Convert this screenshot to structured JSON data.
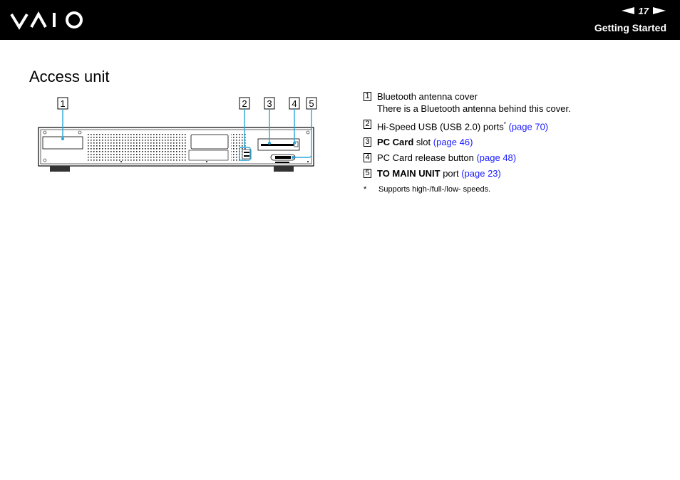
{
  "header": {
    "logo_text": "VAIO",
    "page_number": "17",
    "section_title": "Getting Started",
    "prev_icon": "left-triangle-arrow",
    "next_icon": "right-triangle-arrow"
  },
  "page_title": "Access unit",
  "callouts": [
    "1",
    "2",
    "3",
    "4",
    "5"
  ],
  "items": [
    {
      "num": "1",
      "text": "Bluetooth antenna cover",
      "detail": "There is a Bluetooth antenna behind this cover."
    },
    {
      "num": "2",
      "text": "Hi-Speed USB (USB 2.0) ports",
      "sup": "*",
      "link": "(page 70)"
    },
    {
      "num": "3",
      "bold": "PC Card",
      "text": " slot ",
      "link": "(page 46)"
    },
    {
      "num": "4",
      "text": "PC Card release button ",
      "link": "(page 48)"
    },
    {
      "num": "5",
      "bold": "TO MAIN UNIT",
      "text": " port ",
      "link": "(page 23)"
    }
  ],
  "footnote": {
    "marker": "*",
    "text": "Supports high-/full-/low- speeds."
  },
  "colors": {
    "header_bg": "#000000",
    "link": "#1a1aff",
    "callout_line": "#2aa6d8"
  }
}
